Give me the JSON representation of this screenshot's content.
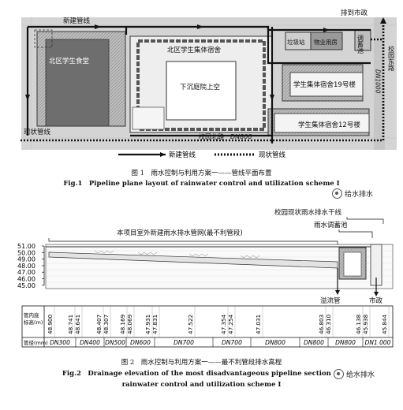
{
  "fig1": {
    "labels": {
      "new_pipe_top": "新建管线",
      "to_municipal_top": "排到市政",
      "canteen": "北区学生食堂",
      "north_dorm": "北区学生集体宿舍",
      "courtyard": "下沉庭院上空",
      "garbage_room": "垃圾站",
      "property_room": "物业用房",
      "storage_tank": "调蓄池",
      "campus_road": "校园东路",
      "pipe_dn1000": "DN1000",
      "dorm19": "学生集体宿舍19号楼",
      "dorm12": "学生集体宿舍12号楼",
      "existing_pipe_left": "现状管线",
      "north_road": "校园北路",
      "pipe_dn800": "DN800"
    },
    "legend": {
      "new_label": "新建管线",
      "existing_label": "现状管线"
    },
    "caption_cn": "图 1　雨水控制与利用方案一——管线平面布置",
    "caption_en": "Fig.1　Pipeline plane layout of rainwater control and utilization scheme Ⅰ"
  },
  "fig2": {
    "top_labels": {
      "main_pipe": "校园现状雨水排水干线",
      "tank": "雨水调蓄池",
      "network": "本项目室外新建雨水排水管网(最不利管段)"
    },
    "y_ticks": [
      "51.00",
      "50.00",
      "49.00",
      "48.00",
      "47.00",
      "46.00",
      "45.00"
    ],
    "overflow": "溢流管",
    "municipal": "市政",
    "row_header_invert": "管内底\n标高(m)",
    "row_header_pipe": "管径(mm)",
    "invert_elevations": [
      "48.900",
      "48.741",
      "48.641",
      "48.407",
      "48.307",
      "48.169",
      "48.069",
      "47.931",
      "47.831",
      "47.522",
      "47.354",
      "47.254",
      "47.031",
      "46.803",
      "46.310",
      "46.138",
      "45.938",
      "45.844"
    ],
    "pipe_sizes": [
      "DN300",
      "DN400",
      "DN500",
      "DN600",
      "DN700",
      "DN700",
      "DN800",
      "DN800",
      "DN800",
      "DN1 000"
    ],
    "caption_cn": "图 2　雨水控制与利用方案一——最不利管段排水高程",
    "caption_en_1": "Fig.2　Drainage elevation of the most disadvantageous pipeline section of",
    "caption_en_2": "rainwater control and utilization scheme Ⅰ"
  },
  "watermark": "给水排水"
}
